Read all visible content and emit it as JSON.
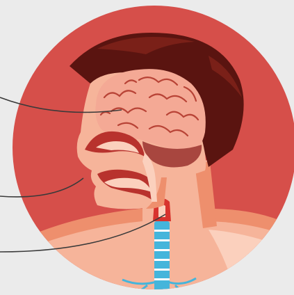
{
  "illustration": {
    "subject": "head-airway-anatomy",
    "colors": {
      "background": "#ebebeb",
      "circle": "#d64f4a",
      "hair": "#5a1410",
      "hair_highlight": "#7a2018",
      "skin": "#f6b49a",
      "skin_shadow": "#ee8f6d",
      "skin_light": "#fbd0bd",
      "brain": "#f4a995",
      "brain_fold": "#b84336",
      "cerebellum": "#a8463f",
      "nasal_cavity": "#b8322d",
      "trachea": "#45b5db",
      "trachea_ring": "#ffffff",
      "larynx": "#d8332e",
      "leader_line": "#3a3a3a"
    },
    "leader_lines": [
      {
        "target": "brain"
      },
      {
        "target": "nasal-cavity"
      },
      {
        "target": "larynx"
      }
    ]
  }
}
